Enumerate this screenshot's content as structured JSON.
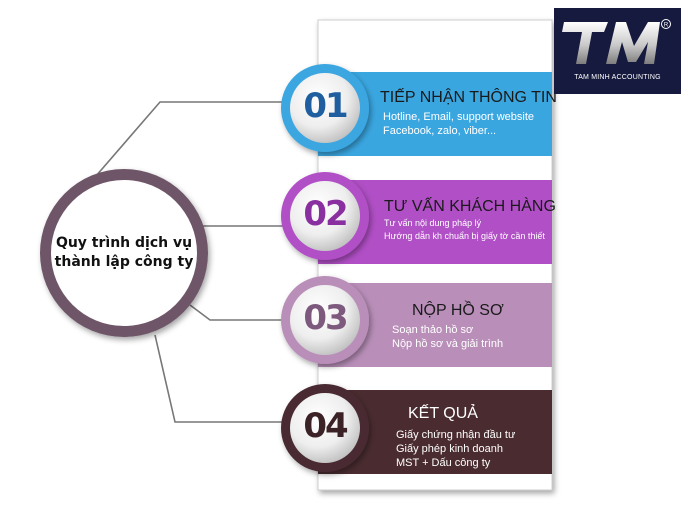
{
  "logo": {
    "brand_text": "TAM MINH ACCOUNTING",
    "initials": "TM",
    "background": "#161a3e"
  },
  "center": {
    "line1": "Quy trình dịch vụ",
    "line2": "thành lập công ty"
  },
  "steps": [
    {
      "number": "01",
      "title": "TIẾP NHẬN THÔNG TIN",
      "lines": [
        "Hotline, Email, support website",
        "Facebook, zalo, viber..."
      ],
      "color": "#3aa6e0"
    },
    {
      "number": "02",
      "title": "TƯ VẤN KHÁCH HÀNG",
      "lines": [
        "Tư vấn nội dung pháp lý",
        "Hướng dẫn kh chuẩn bị giấy tờ cần thiết"
      ],
      "color": "#b14fc6"
    },
    {
      "number": "03",
      "title": "NỘP HỒ SƠ",
      "lines": [
        "Soạn thảo hồ sơ",
        "Nộp hồ sơ và giải trình"
      ],
      "color": "#b98fb9"
    },
    {
      "number": "04",
      "title": "KẾT QUẢ",
      "lines": [
        "Giấy chứng nhận đầu tư",
        "Giấy phép kinh doanh",
        "MST + Dấu công ty"
      ],
      "color": "#4a2c30"
    }
  ]
}
